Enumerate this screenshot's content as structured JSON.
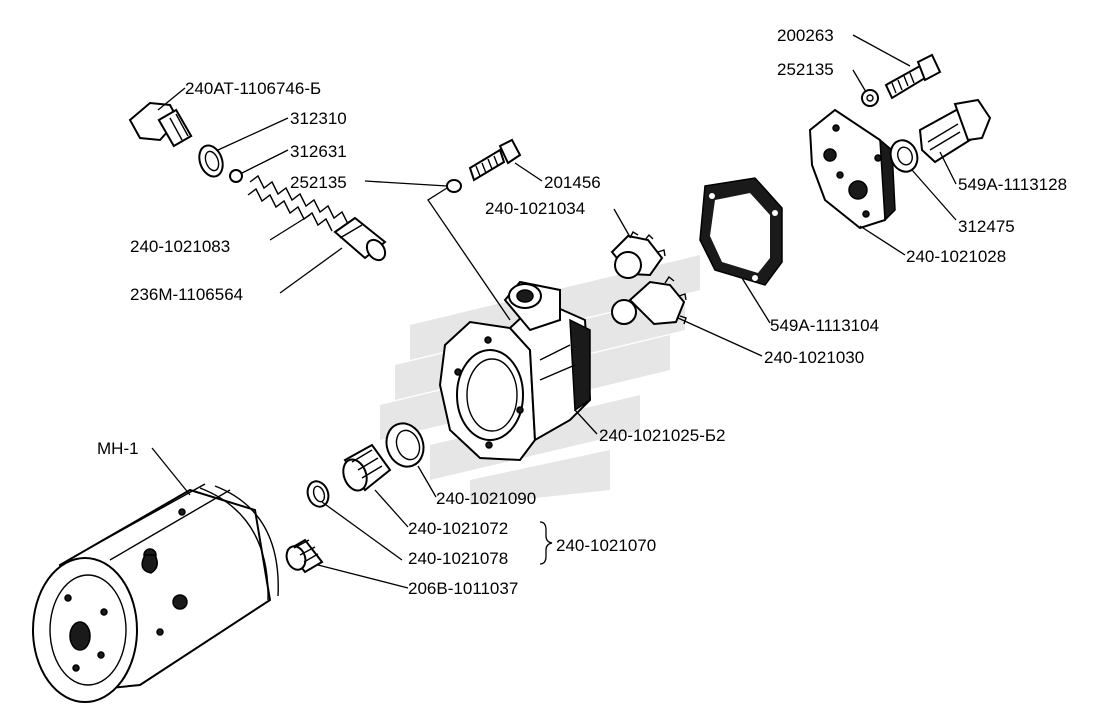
{
  "diagram": {
    "labels": {
      "l_240at": "240АТ-1106746-Б",
      "l_312310": "312310",
      "l_312631": "312631",
      "l_252135_a": "252135",
      "l_240_1021083": "240-1021083",
      "l_236m": "236М-1106564",
      "l_201456": "201456",
      "l_240_1021034": "240-1021034",
      "l_200263": "200263",
      "l_252135_b": "252135",
      "l_549a_1113128": "549А-1113128",
      "l_312475": "312475",
      "l_240_1021028": "240-1021028",
      "l_549a_1113104": "549А-1113104",
      "l_240_1021030": "240-1021030",
      "l_240_1021025": "240-1021025-Б2",
      "l_mh1": "МН-1",
      "l_240_1021090": "240-1021090",
      "l_240_1021072": "240-1021072",
      "l_240_1021078": "240-1021078",
      "l_240_1021070": "240-1021070",
      "l_206b": "206В-1011037"
    }
  }
}
